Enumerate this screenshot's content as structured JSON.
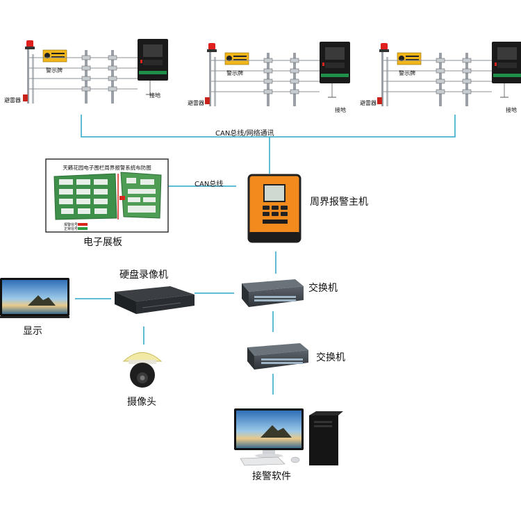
{
  "fence_units": [
    {
      "sign_label": "警示牌",
      "lightning_label": "避雷器",
      "ground_label": "接地"
    },
    {
      "sign_label": "警示牌",
      "lightning_label": "避雷器",
      "ground_label": "接地"
    },
    {
      "sign_label": "警示牌",
      "lightning_label": "避雷器",
      "ground_label": "接地"
    }
  ],
  "connections": {
    "bus_label": "CAN总线/网络通讯",
    "can_label": "CAN总线"
  },
  "panel": {
    "title": "天籁花园电子围栏周界报警系统布防图",
    "caption": "电子展板",
    "legend_alarm": "报警信号",
    "legend_normal": "正常信号"
  },
  "nodes": {
    "host": "周界报警主机",
    "nvr": "硬盘录像机",
    "display": "显示",
    "camera": "摄像头",
    "switch1": "交换机",
    "switch2": "交换机",
    "software": "接警软件"
  },
  "colors": {
    "link": "#2aa6c8",
    "host_orange": "#f28a1e",
    "host_dark": "#1d1d1d",
    "alarm_red": "#d9261c",
    "normal_green": "#2e9e44",
    "sign_yellow": "#f2b61b"
  }
}
